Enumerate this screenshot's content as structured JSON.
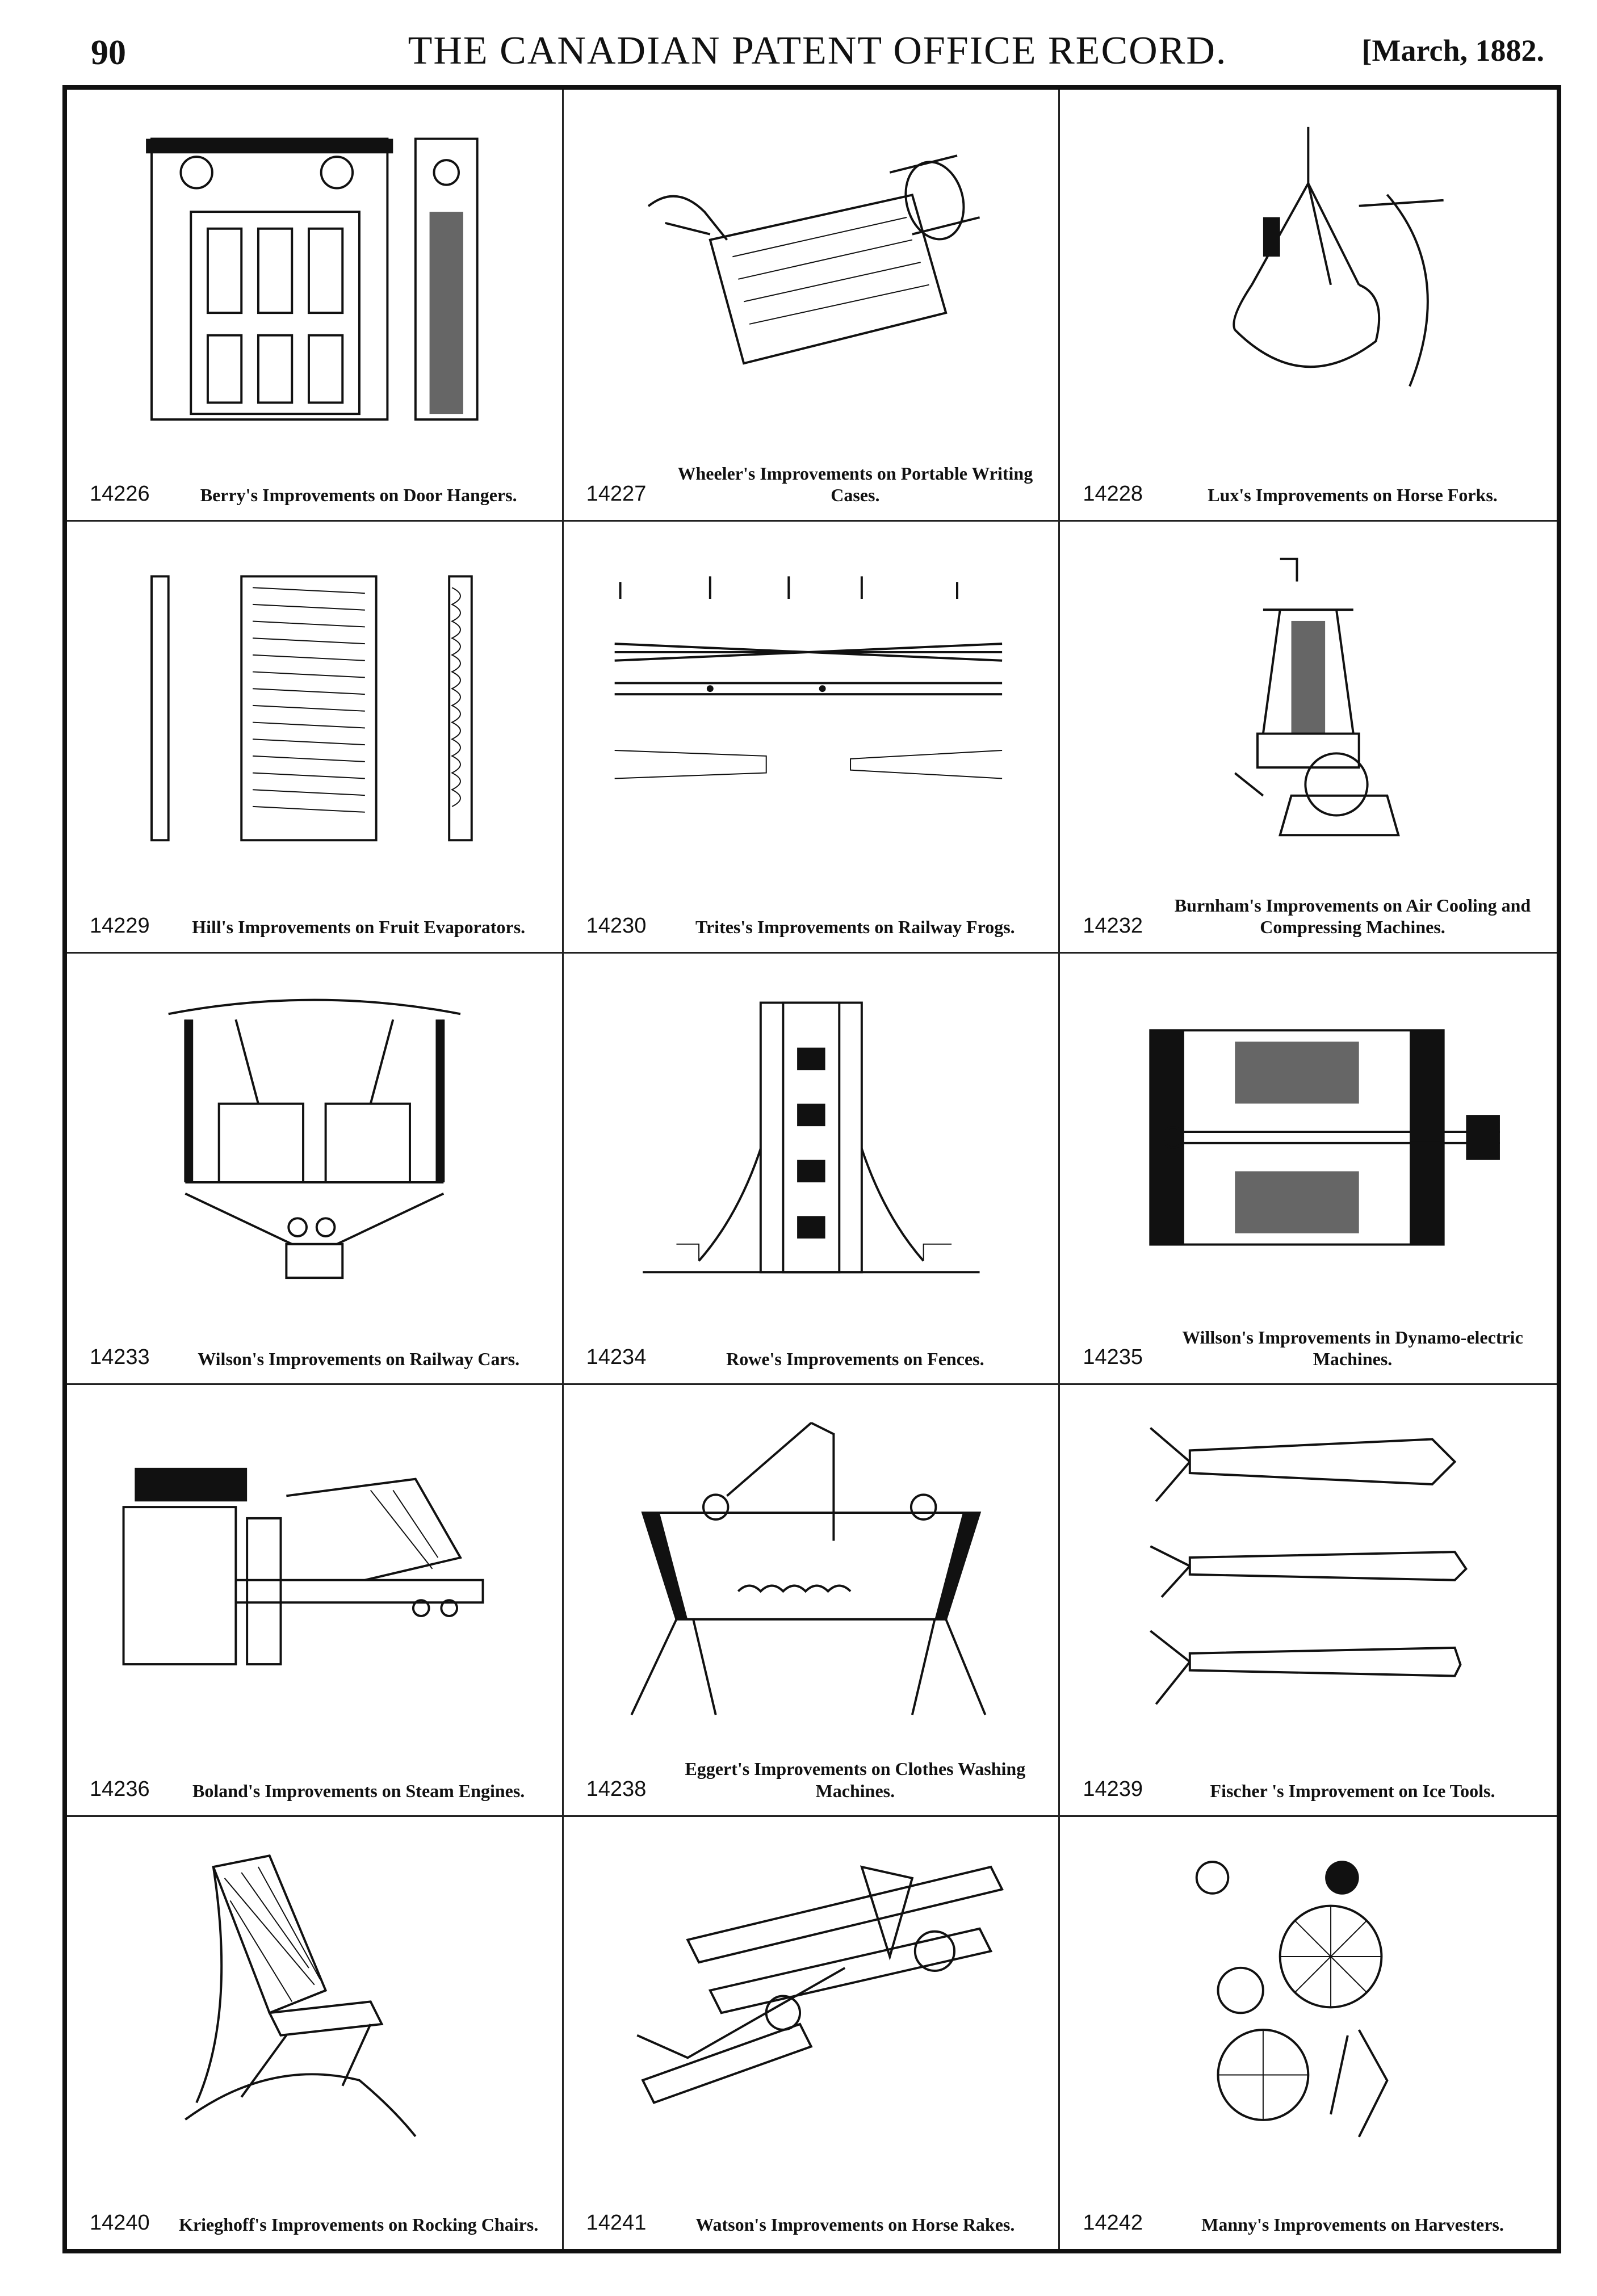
{
  "header": {
    "page_number": "90",
    "journal_title": "THE CANADIAN PATENT OFFICE RECORD.",
    "issue": "[March, 1882."
  },
  "patents": [
    {
      "number": "14226",
      "title": "Berry's Improvements on Door Hangers.",
      "icon": "door-hanger-drawing"
    },
    {
      "number": "14227",
      "title": "Wheeler's Improvements on Portable Writing Cases.",
      "icon": "writing-case-drawing"
    },
    {
      "number": "14228",
      "title": "Lux's Improvements on Horse Forks.",
      "icon": "horse-fork-drawing"
    },
    {
      "number": "14229",
      "title": "Hill's Improvements on Fruit Evaporators.",
      "icon": "fruit-evaporator-drawing"
    },
    {
      "number": "14230",
      "title": "Trites's Improvements on Railway Frogs.",
      "icon": "railway-frog-drawing"
    },
    {
      "number": "14232",
      "title": "Burnham's Improvements on Air Cooling and Compressing Machines.",
      "icon": "air-compressor-drawing"
    },
    {
      "number": "14233",
      "title": "Wilson's Improvements on Railway Cars.",
      "icon": "railway-car-drawing"
    },
    {
      "number": "14234",
      "title": "Rowe's Improvements on Fences.",
      "icon": "fence-drawing"
    },
    {
      "number": "14235",
      "title": "Willson's Improvements in Dynamo-electric Machines.",
      "icon": "dynamo-drawing"
    },
    {
      "number": "14236",
      "title": "Boland's Improvements on Steam Engines.",
      "icon": "steam-engine-drawing"
    },
    {
      "number": "14238",
      "title": "Eggert's Improvements on Clothes Washing Machines.",
      "icon": "washing-machine-drawing"
    },
    {
      "number": "14239",
      "title": "Fischer 's Improvement on Ice Tools.",
      "icon": "ice-tool-drawing"
    },
    {
      "number": "14240",
      "title": "Krieghoff's Improvements on Rocking Chairs.",
      "icon": "rocking-chair-drawing"
    },
    {
      "number": "14241",
      "title": "Watson's Improvements on Horse Rakes.",
      "icon": "horse-rake-drawing"
    },
    {
      "number": "14242",
      "title": "Manny's Improvements on Harvesters.",
      "icon": "harvester-drawing"
    }
  ]
}
